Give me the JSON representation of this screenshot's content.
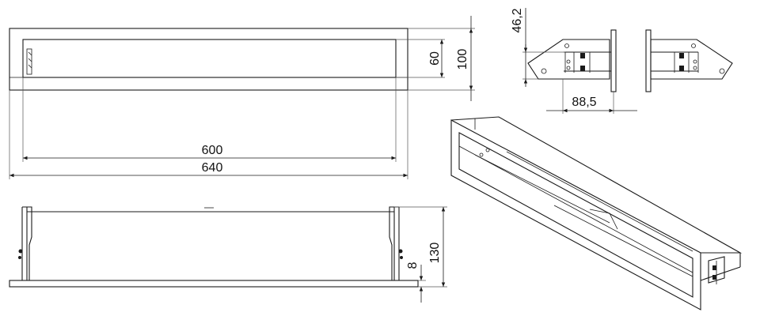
{
  "drawing": {
    "front_view": {
      "inner_width": "600",
      "outer_width": "640",
      "inner_height": "60",
      "outer_height": "100"
    },
    "bottom_view": {
      "total_depth": "130",
      "lip": "8"
    },
    "bracket_detail": {
      "bracket_height": "46,2",
      "bracket_depth": "88,5"
    }
  }
}
